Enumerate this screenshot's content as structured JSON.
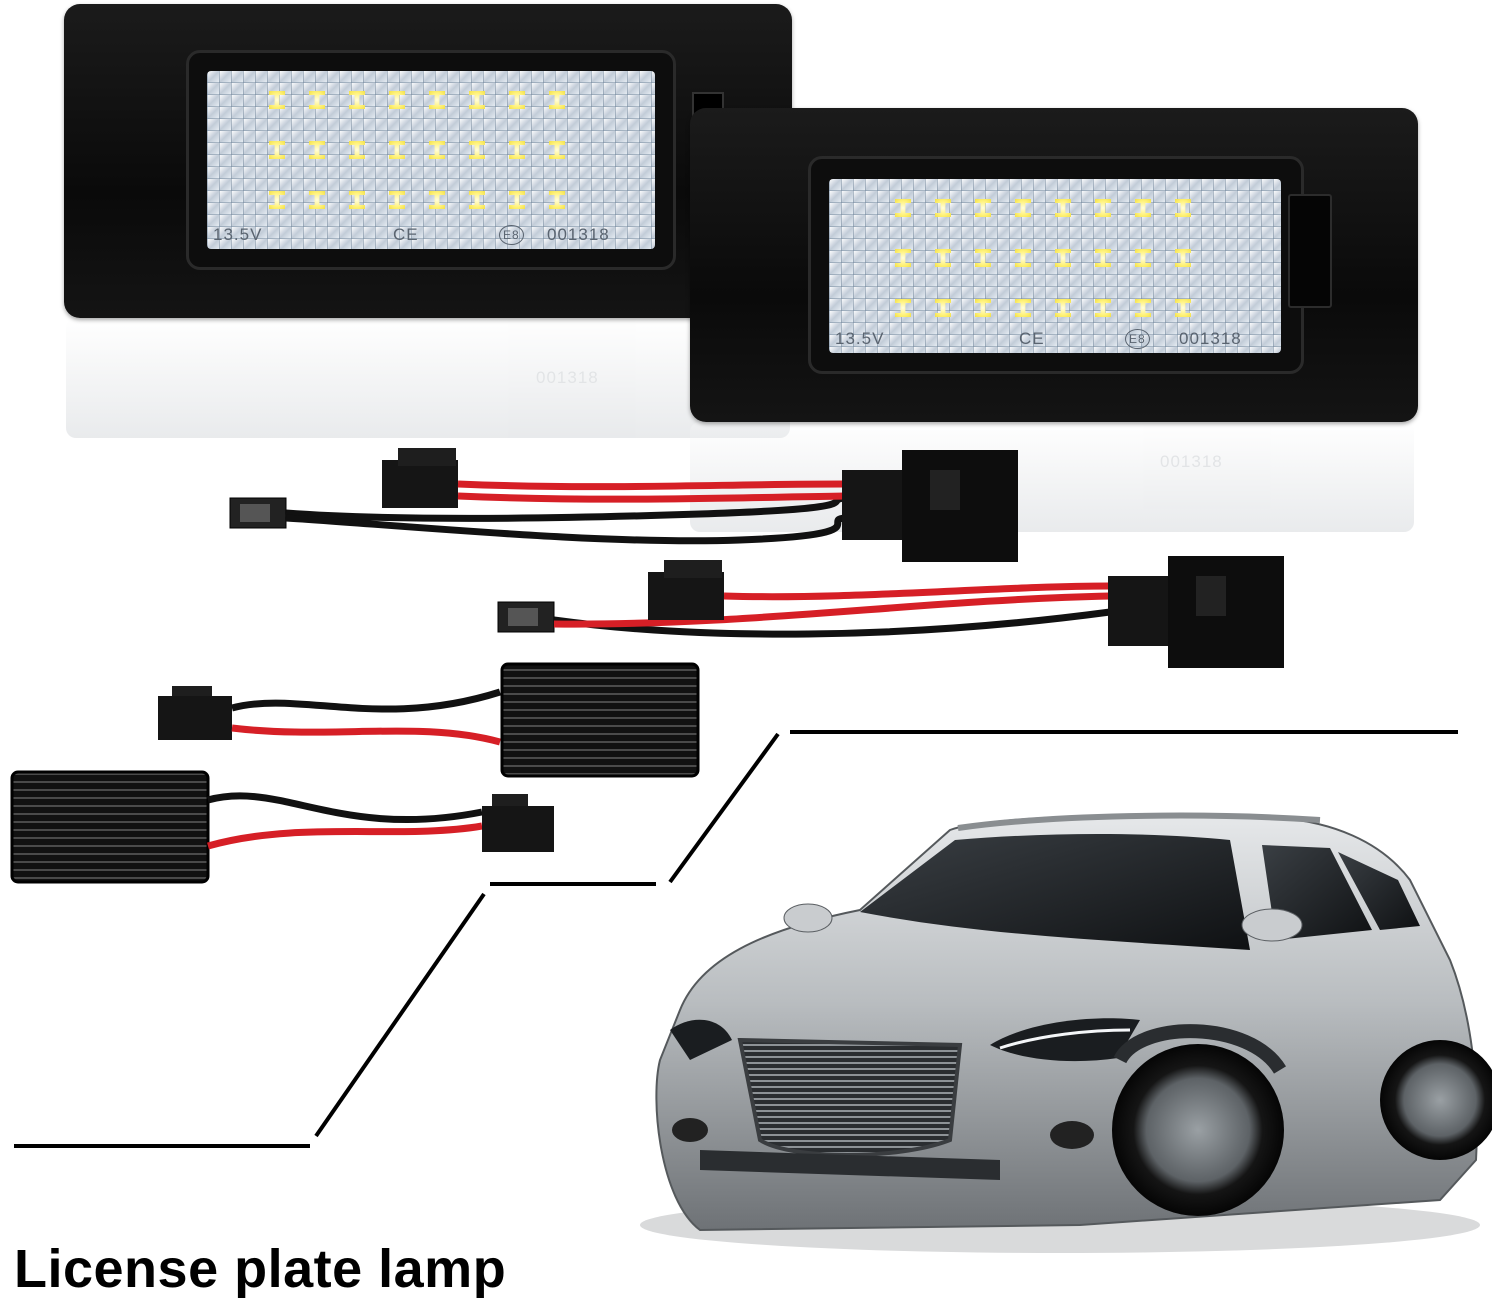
{
  "lamp_markings": {
    "voltage": "13.5V",
    "ce": "CE",
    "e_mark": "E8",
    "part_number": "001318"
  },
  "caption": "License plate lamp",
  "colors": {
    "wire_red": "#d61f26",
    "wire_black": "#111111",
    "housing": "#111111",
    "car_body": "#b8bcbf"
  }
}
